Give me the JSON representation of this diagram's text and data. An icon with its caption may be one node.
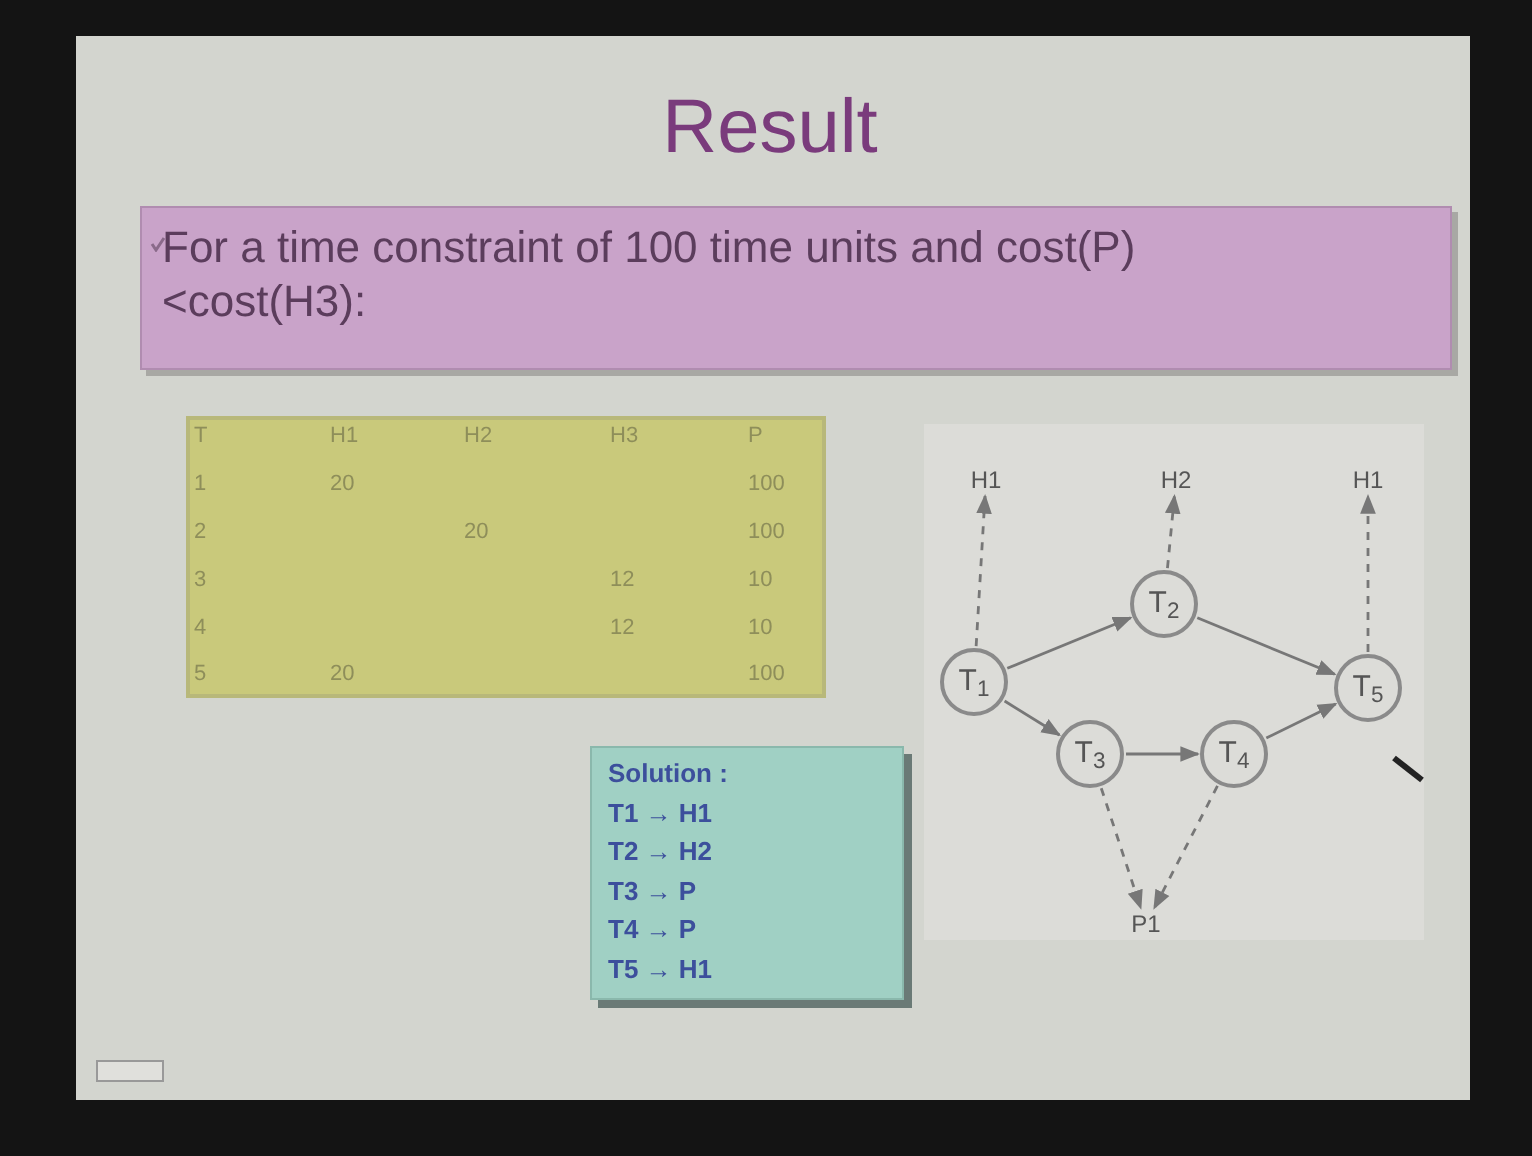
{
  "diagram": {
    "title": "Result",
    "nodes": [
      {
        "text": [
          "For a time constraint of 100 time units and cost(P)<cost(H3):"
        ]
      },
      {
        "text": [
          "Solution :",
          "T1 → H1",
          "T2 → H2",
          "T3 → P",
          "T4 → P",
          "T5 → H1"
        ]
      },
      {
        "text": [
          "H1"
        ]
      },
      {
        "text": [
          "H2"
        ]
      },
      {
        "text": [
          "H1"
        ]
      },
      {
        "text": [
          "T$_{1}$"
        ]
      },
      {
        "text": [
          "T$_{2}$"
        ]
      },
      {
        "text": [
          "T$_{5}$"
        ]
      },
      {
        "text": [
          "T$_{3}$"
        ]
      },
      {
        "text": [
          "T$_{4}$"
        ]
      },
      {
        "text": [
          "P1"
        ]
      }
    ],
    "edges": [
      {
        "from": 5,
        "to": 6,
        "arrow": "to"
      },
      {
        "from": 6,
        "to": 7,
        "arrow": "to"
      },
      {
        "from": 5,
        "to": 8,
        "arrow": "to"
      },
      {
        "from": 8,
        "to": 9,
        "arrow": "to"
      },
      {
        "from": 9,
        "to": 7,
        "arrow": "to"
      },
      {
        "from": 5,
        "to": 2,
        "arrow": "to",
        "style": "dashed"
      },
      {
        "from": 6,
        "to": 3,
        "arrow": "to",
        "style": "dashed"
      },
      {
        "from": 7,
        "to": 4,
        "arrow": "to",
        "style": "dashed"
      },
      {
        "from": 8,
        "to": 10,
        "arrow": "to",
        "style": "dashed"
      },
      {
        "from": 9,
        "to": 10,
        "arrow": "to",
        "style": "dashed"
      }
    ],
    "labels": [
      "T",
      "H1",
      "H2",
      "H3",
      "P",
      "1",
      "20",
      "100",
      "2",
      "20",
      "100",
      "3",
      "12",
      "10",
      "4",
      "12",
      "10",
      "5",
      "20",
      "100"
    ]
  }
}
